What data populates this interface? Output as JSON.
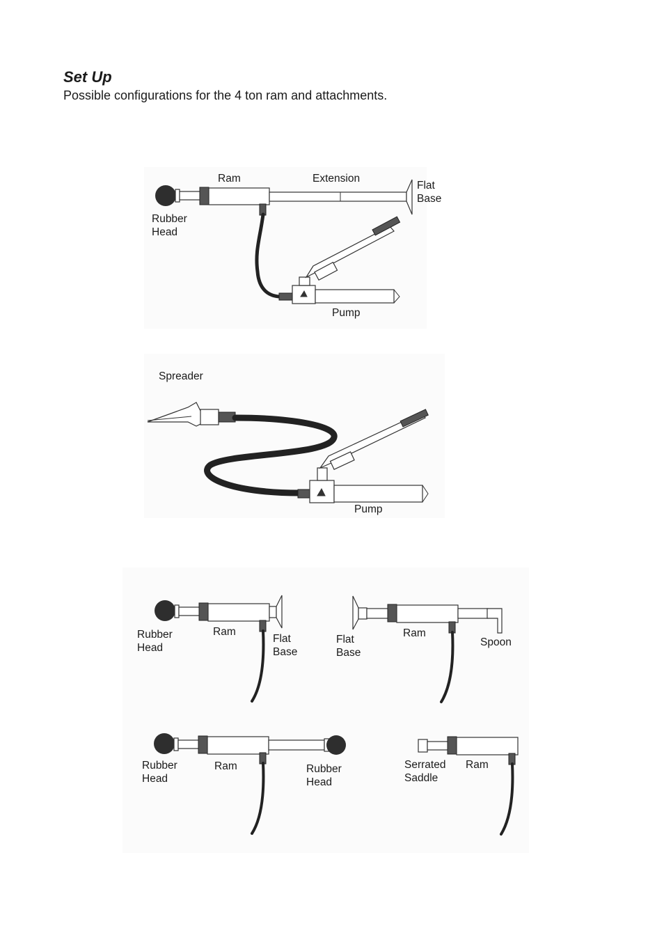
{
  "header": {
    "title": "Set Up",
    "subtitle": "Possible configurations for the 4 ton ram and attachments."
  },
  "figure1": {
    "ram": "Ram",
    "extension": "Extension",
    "flat_base": "Flat\nBase",
    "rubber_head": "Rubber\nHead",
    "pump": "Pump"
  },
  "figure2": {
    "spreader": "Spreader",
    "pump": "Pump"
  },
  "figure3": {
    "a": {
      "rubber_head": "Rubber\nHead",
      "ram": "Ram",
      "flat_base": "Flat\nBase"
    },
    "b": {
      "flat_base": "Flat\nBase",
      "ram": "Ram",
      "spoon": "Spoon"
    },
    "c": {
      "rubber_head_left": "Rubber\nHead",
      "ram": "Ram",
      "rubber_head_right": "Rubber\nHead"
    },
    "d": {
      "serrated_saddle": "Serrated\nSaddle",
      "ram": "Ram"
    }
  }
}
